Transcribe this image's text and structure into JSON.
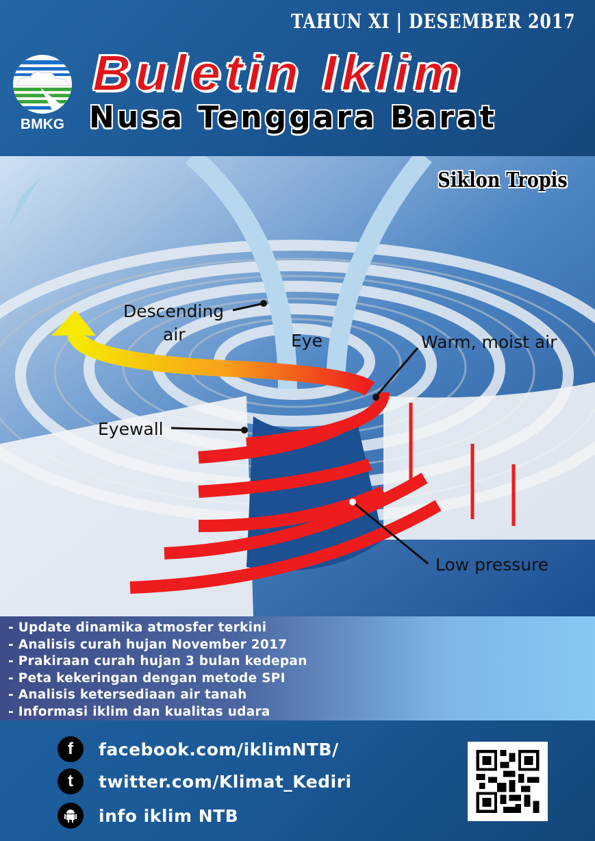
{
  "header": {
    "edition": "TAHUN XI | DESEMBER 2017",
    "logo_text": "BMKG",
    "title": "Buletin Iklim",
    "subtitle": "Nusa Tenggara Barat"
  },
  "illustration": {
    "topic": "Siklon Tropis",
    "labels": {
      "descending_air": "Descending",
      "descending_air_2": "air",
      "eye": "Eye",
      "warm_moist_air": "Warm, moist air",
      "eyewall": "Eyewall",
      "low_pressure": "Low pressure"
    }
  },
  "contents": [
    "- Update dinamika atmosfer terkini",
    "- Analisis curah hujan November 2017",
    "- Prakiraan curah hujan 3 bulan kedepan",
    "- Peta kekeringan dengan metode SPI",
    "- Analisis ketersediaan air tanah",
    "- Informasi iklim dan kualitas udara"
  ],
  "footer": {
    "facebook": "facebook.com/iklimNTB/",
    "twitter": "twitter.com/Klimat_Kediri",
    "app": "info iklim NTB"
  },
  "colors": {
    "title_red": "#e0141b",
    "header_blue": "#1b5794"
  }
}
